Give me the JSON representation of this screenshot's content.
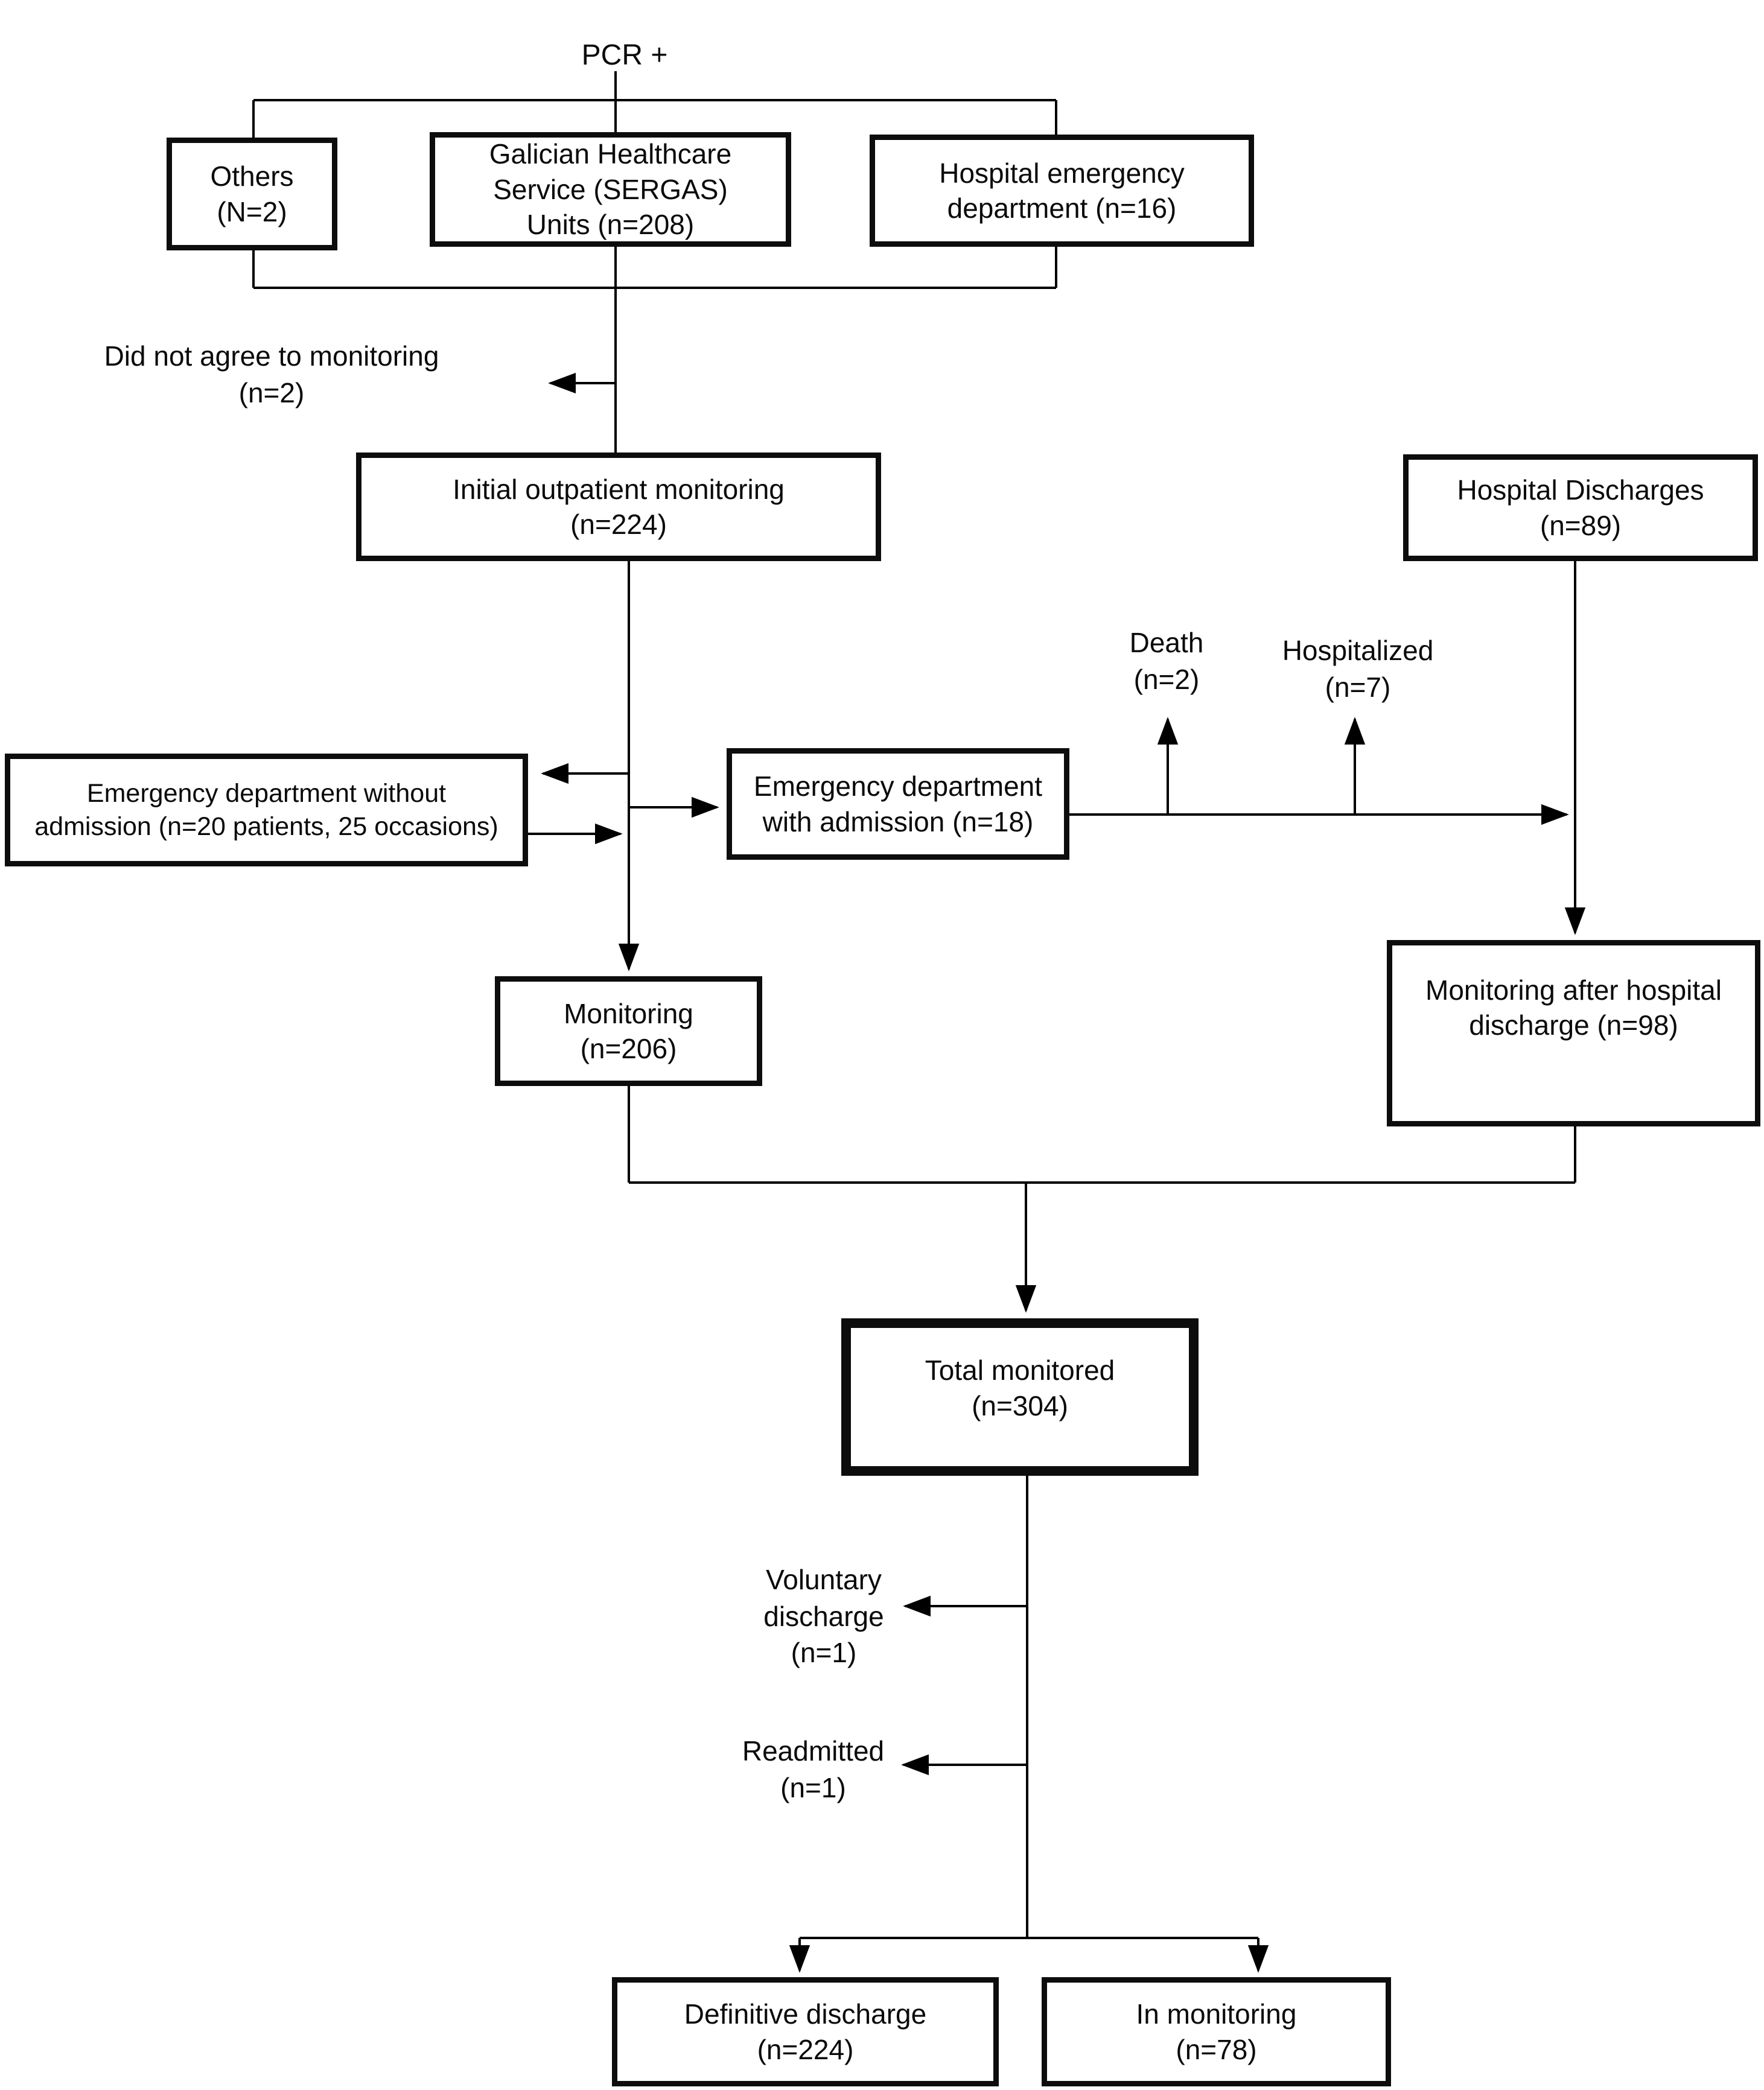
{
  "diagram": {
    "nodes": {
      "pcr_positive": {
        "label": "PCR +"
      },
      "others": {
        "label": "Others\n(N=2)"
      },
      "sergas": {
        "label": "Galician Healthcare\nService (SERGAS)\nUnits (n=208)"
      },
      "hospital_ed": {
        "label": "Hospital emergency\ndepartment (n=16)"
      },
      "initial_outpatient": {
        "label": "Initial outpatient monitoring\n(n=224)"
      },
      "hospital_discharges": {
        "label": "Hospital Discharges\n(n=89)"
      },
      "ed_without_admission": {
        "label": "Emergency department without\nadmission (n=20 patients, 25 occasions)"
      },
      "ed_with_admission": {
        "label": "Emergency department\nwith admission (n=18)"
      },
      "monitoring": {
        "label": "Monitoring\n(n=206)"
      },
      "monitoring_after_discharge": {
        "label": "Monitoring after hospital\ndischarge (n=98)"
      },
      "total_monitored": {
        "label": "Total monitored\n(n=304)"
      },
      "definitive_discharge": {
        "label": "Definitive discharge\n(n=224)"
      },
      "in_monitoring": {
        "label": "In monitoring\n(n=78)"
      }
    },
    "annotations": {
      "did_not_agree": {
        "label": "Did not agree to monitoring\n(n=2)"
      },
      "death": {
        "label": "Death\n(n=2)"
      },
      "hospitalized": {
        "label": "Hospitalized\n(n=7)"
      },
      "voluntary_discharge": {
        "label": "Voluntary\ndischarge\n(n=1)"
      },
      "readmitted": {
        "label": "Readmitted\n(n=1)"
      }
    },
    "colors": {
      "line": "#000000",
      "text": "#0a0a0a",
      "background": "#ffffff"
    }
  }
}
